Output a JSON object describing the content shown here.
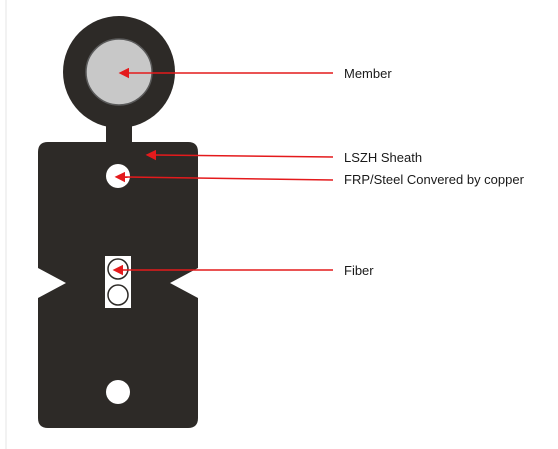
{
  "labels": {
    "member": "Member",
    "lszh_sheath": "LSZH Sheath",
    "frp_steel": "FRP/Steel Convered by copper",
    "fiber": "Fiber"
  },
  "colors": {
    "sheath": "#2d2a27",
    "member_core": "#c8c8c8",
    "hole_fill": "#ffffff",
    "arrow": "#e41a1c",
    "label_text": "#1a1a1a"
  }
}
